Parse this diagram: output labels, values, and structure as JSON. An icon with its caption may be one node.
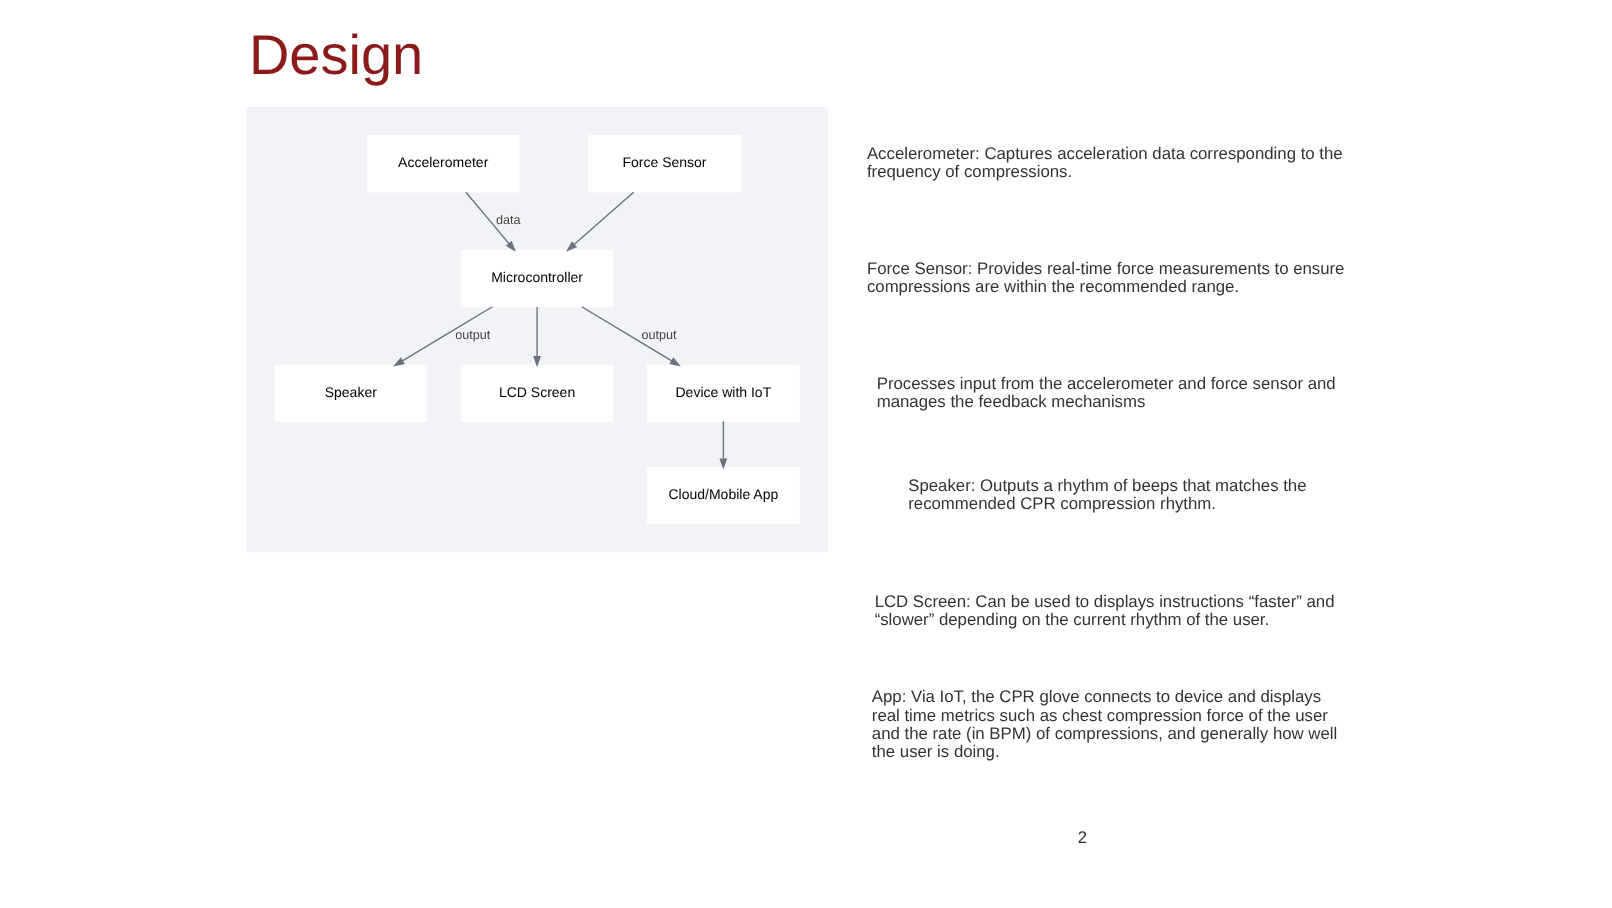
{
  "diagram": {
    "title": "Design",
    "nodes": [
      {
        "text": [],
        "shape": "box"
      },
      {
        "text": [
          "Accelerometer"
        ],
        "in": 0
      },
      {
        "text": [
          "Force Sensor"
        ],
        "in": 0
      },
      {
        "text": [
          "Microcontroller"
        ],
        "in": 0
      },
      {
        "text": [
          "Speaker"
        ],
        "in": 0
      },
      {
        "text": [
          "LCD Screen"
        ],
        "in": 0
      },
      {
        "text": [
          "Device with IoT"
        ],
        "in": 0
      },
      {
        "text": [
          "Cloud/Mobile App"
        ],
        "in": 0
      }
    ],
    "edges": [
      {
        "from": 1,
        "to": 3,
        "arrow": "to",
        "label": "data"
      },
      {
        "from": 2,
        "to": 3,
        "arrow": "to"
      },
      {
        "from": 3,
        "to": 4,
        "arrow": "to",
        "label": "output"
      },
      {
        "from": 3,
        "to": 5,
        "arrow": "to"
      },
      {
        "from": 3,
        "to": 6,
        "arrow": "to",
        "label": "output"
      },
      {
        "from": 6,
        "to": 7,
        "arrow": "to"
      }
    ],
    "labels": [
      "Accelerometer: Captures acceleration data corresponding to the frequency of compressions.",
      "Force Sensor: Provides real-time force measurements to ensure compressions are within the recommended range.",
      "Processes input from the accelerometer and force sensor and manages the feedback mechanisms",
      "Speaker: Outputs a rhythm of beeps that matches the recommended CPR compression rhythm.",
      "LCD Screen: Can be used to displays instructions “faster” and “slower” depending on the current rhythm of the user.",
      "App: Via IoT, the CPR glove connects to device and displays real time metrics such as chest compression force of the user and the rate (in BPM) of compressions, and generally how well the user is doing.",
      "2"
    ]
  }
}
